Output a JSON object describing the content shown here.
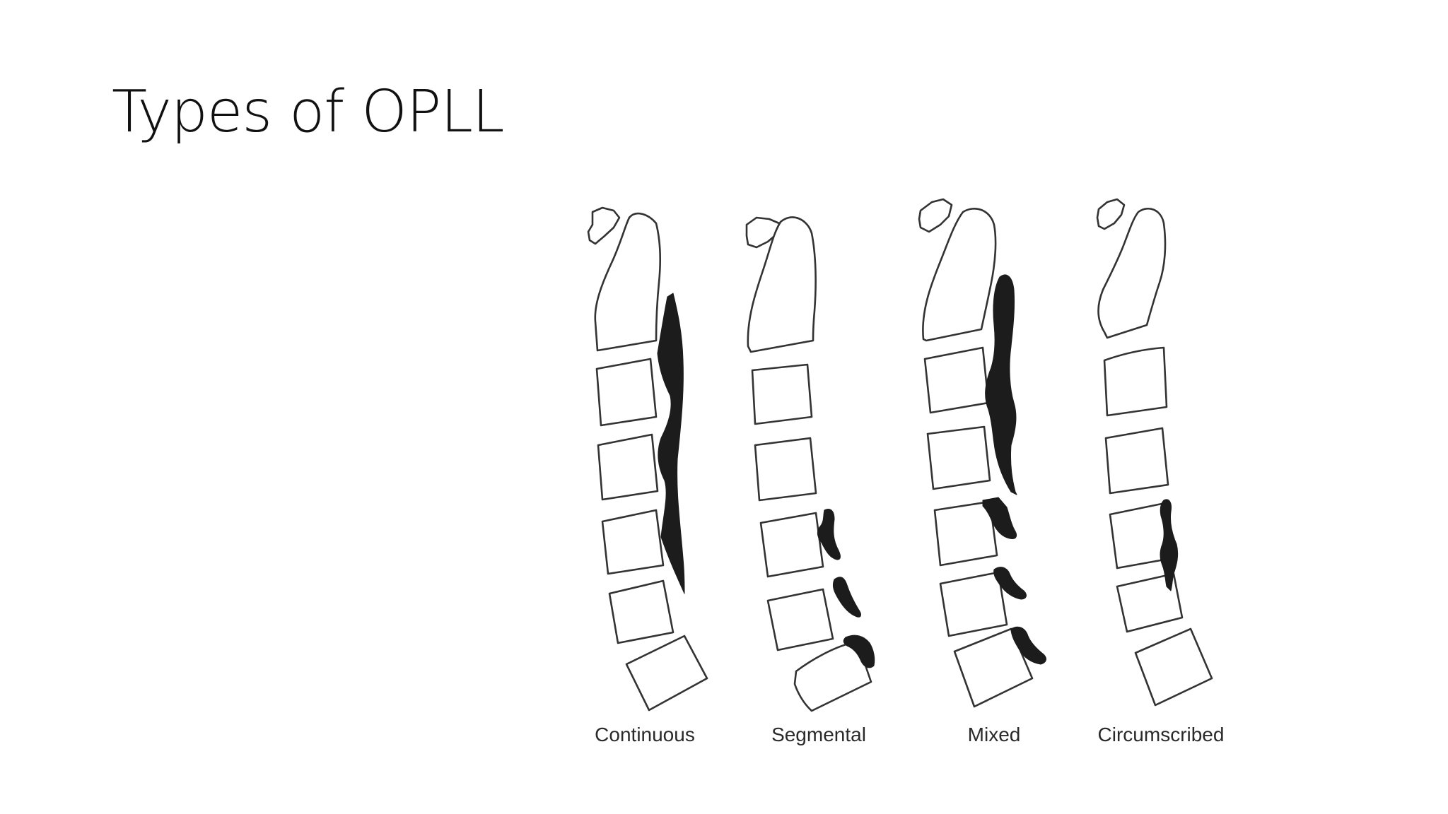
{
  "slide": {
    "title": "Types of OPLL"
  },
  "diagram": {
    "captions": [
      "Continuous",
      "Segmental",
      "Mixed",
      "Circumscribed"
    ],
    "colors": {
      "bone_outline": "#333333",
      "ossification": "#1c1c1c",
      "background": "#ffffff"
    }
  }
}
